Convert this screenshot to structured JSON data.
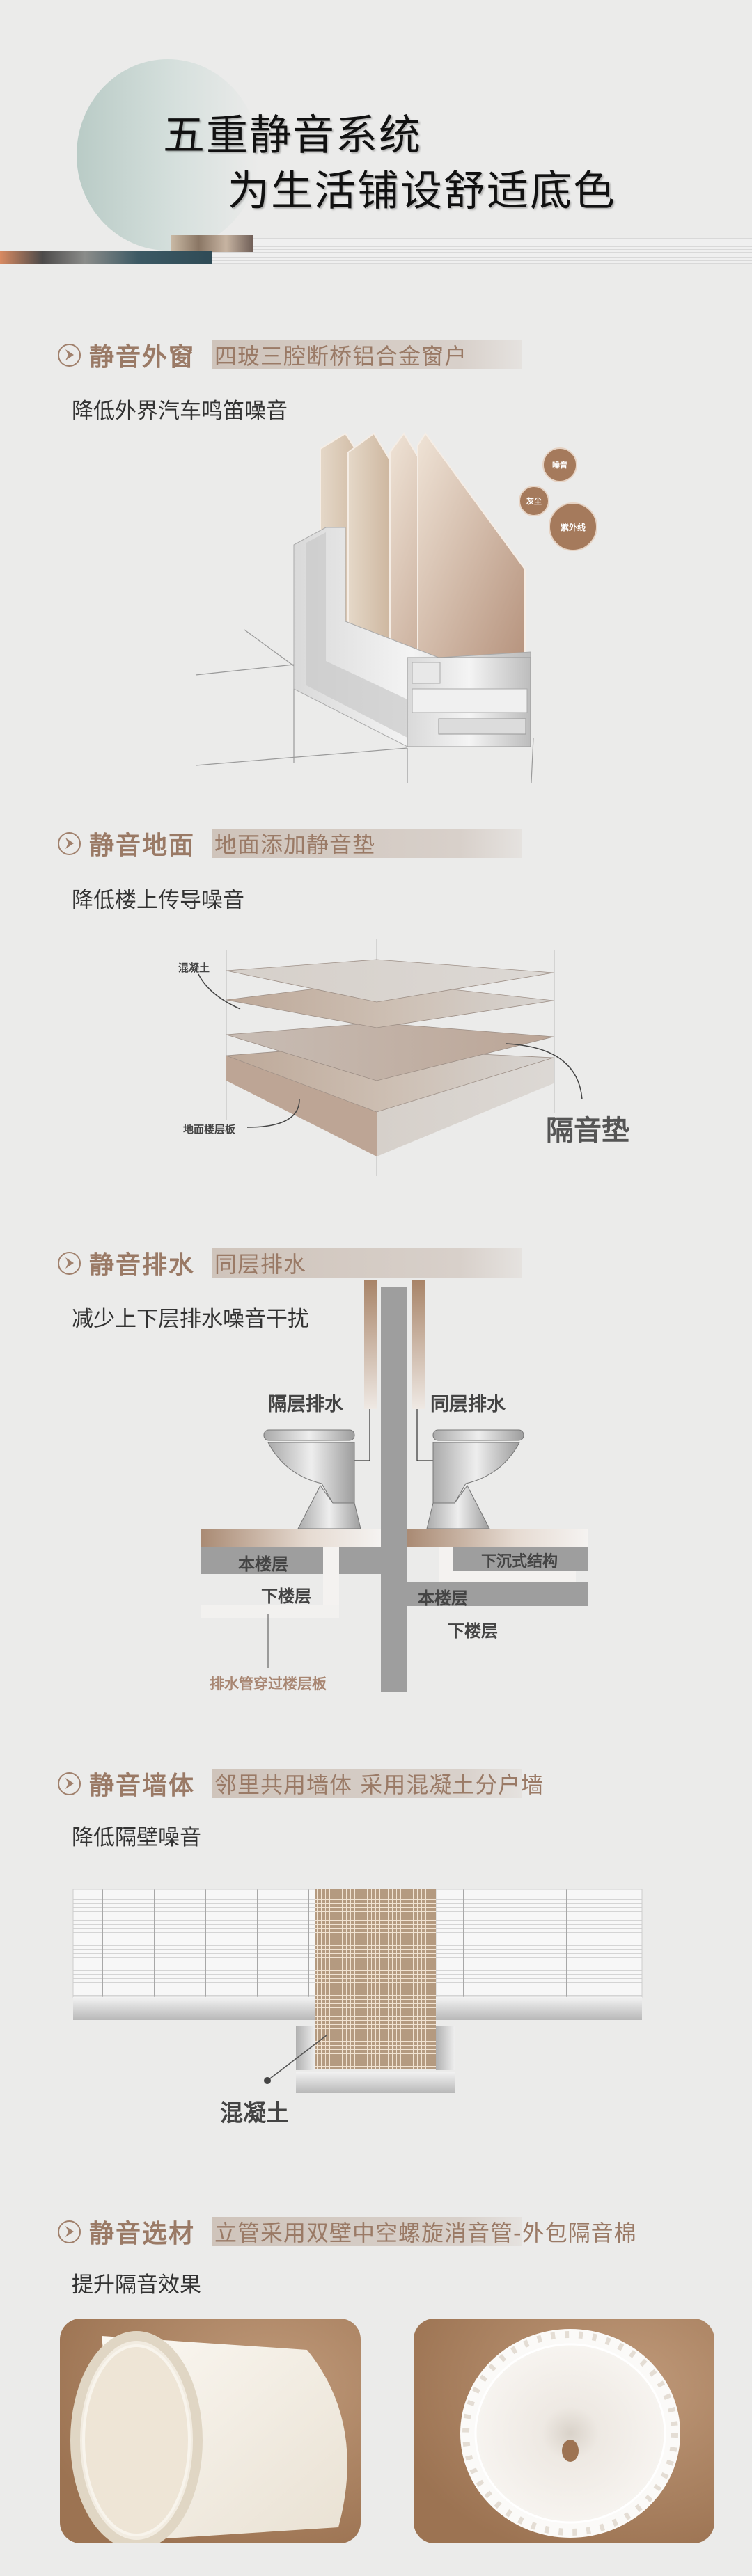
{
  "hero": {
    "title_line1": "五重静音系统",
    "title_line2": "为生活铺设舒适底色"
  },
  "sections": [
    {
      "title": "静音外窗",
      "highlight": "四玻三腔断桥铝合金窗户",
      "subtitle": "降低外界汽车鸣笛噪音",
      "bubbles": [
        "噪音",
        "灰尘",
        "紫外线"
      ]
    },
    {
      "title": "静音地面",
      "highlight": "地面添加静音垫",
      "subtitle": "降低楼上传导噪音",
      "labels": {
        "concrete": "混凝土",
        "floor_slab": "地面楼层板",
        "pad": "隔音垫"
      }
    },
    {
      "title": "静音排水",
      "highlight": "同层排水",
      "subtitle": "减少上下层排水噪音干扰",
      "labels": {
        "left_title": "隔层排水",
        "right_title": "同层排水",
        "this_floor": "本楼层",
        "lower_floor": "下楼层",
        "sunken": "下沉式结构",
        "pipe_through": "排水管穿过楼层板"
      }
    },
    {
      "title": "静音墙体",
      "highlight": "邻里共用墙体 采用混凝土分户墙",
      "subtitle": "降低隔壁噪音",
      "labels": {
        "concrete": "混凝土"
      }
    },
    {
      "title": "静音选材",
      "highlight": "立管采用双壁中空螺旋消音管-外包隔音棉",
      "subtitle": "提升隔音效果"
    }
  ],
  "colors": {
    "accent": "#9a7a66",
    "bubble": "#a57a5c",
    "background": "#ebebea"
  }
}
